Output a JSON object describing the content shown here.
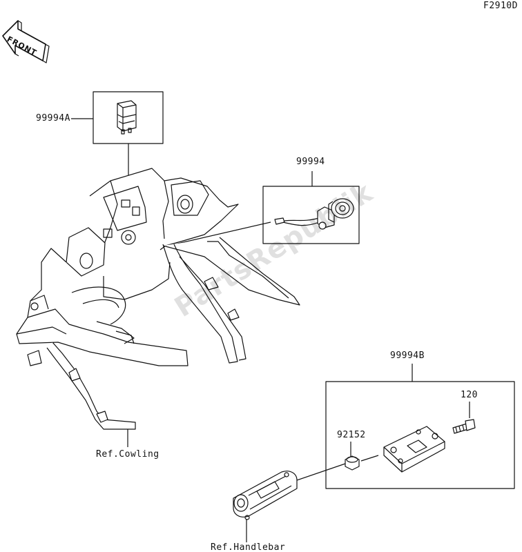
{
  "figure_code": "F2910D",
  "front_arrow_text": "FRONT",
  "parts": {
    "relay": "99994A",
    "socket": "99994",
    "mount_kit": "99994B",
    "bolt": "120",
    "collar": "92152"
  },
  "refs": {
    "cowling": "Ref.Cowling",
    "handlebar": "Ref.Handlebar"
  },
  "watermark": "PartsRepublik",
  "colors": {
    "line": "#111111",
    "background": "#ffffff"
  }
}
